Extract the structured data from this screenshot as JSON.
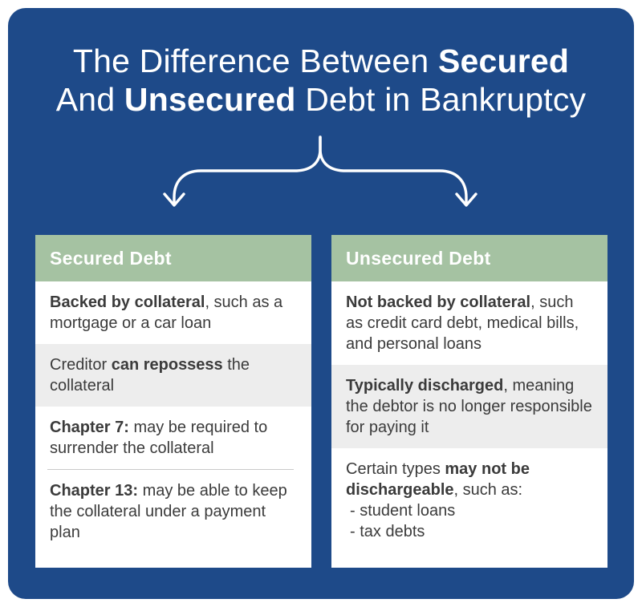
{
  "title": {
    "lines": [
      {
        "segments": [
          {
            "t": "The Difference Between ",
            "b": false
          },
          {
            "t": "Secured",
            "b": true
          }
        ]
      },
      {
        "segments": [
          {
            "t": "And ",
            "b": false
          },
          {
            "t": "Unsecured",
            "b": true
          },
          {
            "t": " Debt in Bankruptcy",
            "b": false
          }
        ]
      }
    ]
  },
  "icons": [
    {
      "name": "split-arrow-icon",
      "description": "curly split line from title forking into two down arrows"
    }
  ],
  "columns": [
    {
      "header": "Secured Debt",
      "rows": [
        {
          "shaded": false,
          "segments": [
            {
              "t": "Backed by collateral",
              "b": true
            },
            {
              "t": ", such as a mortgage or a car loan",
              "b": false
            }
          ]
        },
        {
          "shaded": true,
          "segments": [
            {
              "t": "Creditor ",
              "b": false
            },
            {
              "t": "can repossess",
              "b": true
            },
            {
              "t": " the collateral",
              "b": false
            }
          ]
        },
        {
          "shaded": false,
          "segments": [
            {
              "t": "Chapter 7:",
              "b": true
            },
            {
              "t": " may be required to surrender the collateral",
              "b": false
            }
          ]
        },
        {
          "shaded": false,
          "divider_above": true,
          "segments": [
            {
              "t": "Chapter 13:",
              "b": true
            },
            {
              "t": " may be able to keep the collateral under a payment plan",
              "b": false
            }
          ]
        }
      ]
    },
    {
      "header": "Unsecured Debt",
      "rows": [
        {
          "shaded": false,
          "segments": [
            {
              "t": "Not backed by collateral",
              "b": true
            },
            {
              "t": ", such as credit card debt, medical bills, and personal loans",
              "b": false
            }
          ]
        },
        {
          "shaded": true,
          "segments": [
            {
              "t": "Typically discharged",
              "b": true
            },
            {
              "t": ", meaning the debtor is no longer responsible for paying it",
              "b": false
            }
          ]
        },
        {
          "shaded": false,
          "segments": [
            {
              "t": "Certain types ",
              "b": false
            },
            {
              "t": "may not be dischargeable",
              "b": true
            },
            {
              "t": ", such as:",
              "b": false
            }
          ],
          "list": [
            "- student loans",
            "- tax debts"
          ]
        }
      ]
    }
  ],
  "colors": {
    "page_bg": "#ffffff",
    "panel_bg": "#1e4a89",
    "header_bg": "#a5c2a2",
    "header_text": "#ffffff",
    "row_bg": "#ffffff",
    "row_shaded_bg": "#ededed",
    "body_text": "#3b3b3b",
    "divider": "#c9c9c9",
    "arrow": "#ffffff"
  }
}
